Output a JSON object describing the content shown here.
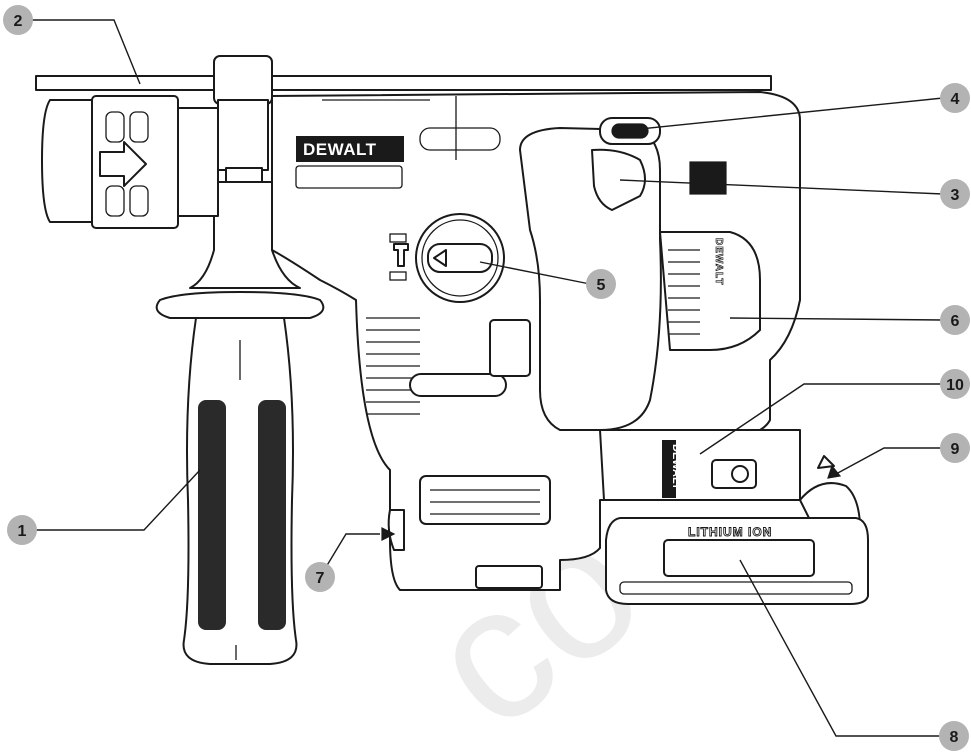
{
  "brand": {
    "logo_text": "DEWALT",
    "battery_logo_text": "DEWALT",
    "battery_type_label": "LITHIUM ION",
    "handle_side_label": "DEWALT"
  },
  "callouts": [
    {
      "number": "1"
    },
    {
      "number": "2"
    },
    {
      "number": "3"
    },
    {
      "number": "4"
    },
    {
      "number": "5"
    },
    {
      "number": "6"
    },
    {
      "number": "7"
    },
    {
      "number": "8"
    },
    {
      "number": "9"
    },
    {
      "number": "10"
    }
  ],
  "watermark": "co",
  "colors": {
    "line": "#1a1a1a",
    "callout_fill": "#b3b3b3",
    "background": "#ffffff"
  }
}
